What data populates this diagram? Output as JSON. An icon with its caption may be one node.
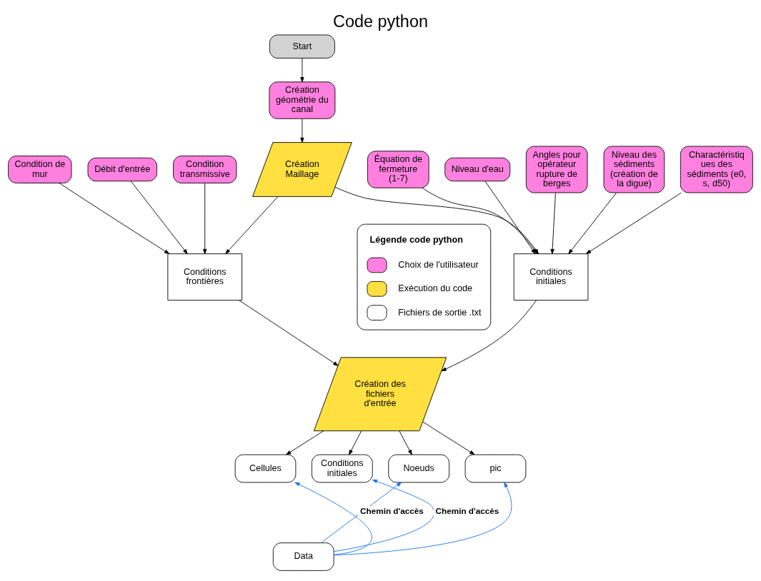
{
  "diagram": {
    "title": "Code python",
    "nodes": [
      {
        "text": [
          "Start"
        ]
      },
      {
        "text": [
          "Création géométrie du canal"
        ]
      },
      {
        "text": [
          "Création Maillage"
        ]
      },
      {
        "text": [
          "Débit d'entrée"
        ]
      },
      {
        "text": [
          "Condition de mur"
        ]
      },
      {
        "text": [
          "Condition transmissive"
        ]
      },
      {
        "text": [
          "Conditions frontières"
        ]
      },
      {
        "text": [
          "Conditions initiales"
        ]
      },
      {
        "text": [
          "Niveau des sédiments (création de la digue)"
        ]
      },
      {
        "text": [
          "Charactéristiques des sédiments (e0, s, d50)"
        ]
      },
      {
        "text": [
          "Équation de fermeture (1-7)"
        ]
      },
      {
        "text": [
          "Angles pour opérateur rupture de berges"
        ]
      },
      {
        "text": [
          "Niveau d'eau"
        ]
      },
      {
        "text": [
          "Création des fichiers d'entrée"
        ]
      },
      {
        "text": [
          "Noeuds"
        ]
      },
      {
        "text": [
          "Cellules"
        ]
      },
      {
        "text": [
          "Conditions initiales"
        ]
      },
      {
        "text": [
          "pic"
        ]
      },
      {
        "text": [
          "Data"
        ]
      }
    ],
    "edges": [
      {
        "from": 0,
        "to": 1,
        "arrow": "to"
      },
      {
        "from": 1,
        "to": 2,
        "arrow": "to"
      },
      {
        "from": 2,
        "to": 6,
        "arrow": "to"
      },
      {
        "from": 2,
        "to": 7,
        "arrow": "to"
      },
      {
        "from": 3,
        "to": 6,
        "arrow": "to"
      },
      {
        "from": 4,
        "to": 6,
        "arrow": "to"
      },
      {
        "from": 5,
        "to": 6,
        "arrow": "to"
      },
      {
        "from": 8,
        "to": 7,
        "arrow": "to"
      },
      {
        "from": 9,
        "to": 7,
        "arrow": "to"
      },
      {
        "from": 10,
        "to": 7,
        "arrow": "to"
      },
      {
        "from": 11,
        "to": 7,
        "arrow": "to"
      },
      {
        "from": 12,
        "to": 7,
        "arrow": "to"
      },
      {
        "from": 6,
        "to": 13,
        "arrow": "to"
      },
      {
        "from": 7,
        "to": 13,
        "arrow": "to"
      },
      {
        "from": 13,
        "to": 14,
        "arrow": "to"
      },
      {
        "from": 13,
        "to": 15,
        "arrow": "to"
      },
      {
        "from": 13,
        "to": 16,
        "arrow": "to"
      },
      {
        "from": 13,
        "to": 17,
        "arrow": "to"
      },
      {
        "from": 18,
        "to": 14,
        "arrow": "to",
        "color": "#1a73e8"
      },
      {
        "from": 18,
        "to": 15,
        "arrow": "to",
        "color": "#1a73e8",
        "label": "Chemin d'accès"
      },
      {
        "from": 18,
        "to": 16,
        "arrow": "to",
        "color": "#1a73e8",
        "label": "Chemin d'accès"
      },
      {
        "from": 18,
        "to": 17,
        "arrow": "to",
        "color": "#1a73e8"
      }
    ],
    "labels": [
      "Légende code python"
    ],
    "legend": [
      {
        "text": "Choix de l'utilisateur",
        "color": "#ff80df"
      },
      {
        "text": "Exécution du code",
        "color": "#ffe040"
      },
      {
        "text": "Fichiers de sortie .txt"
      }
    ]
  }
}
